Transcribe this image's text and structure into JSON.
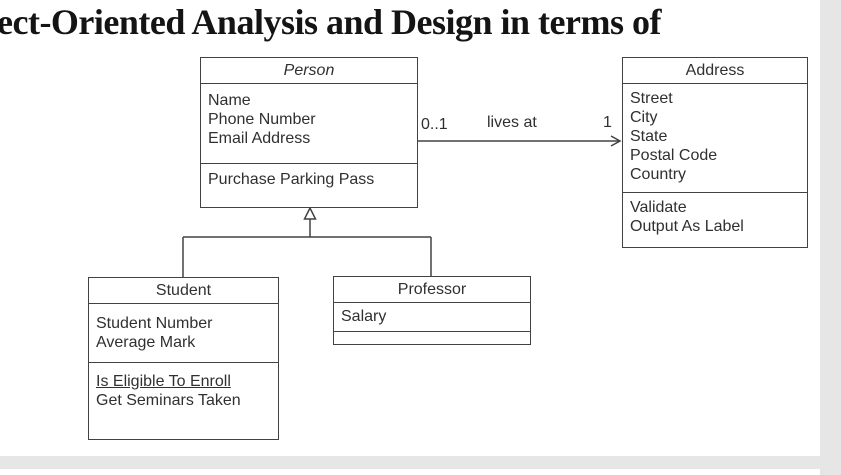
{
  "slide": {
    "title_visible_text": "ect-Oriented Analysis and Design in terms of"
  },
  "colors": {
    "page_background": "#ffffff",
    "app_margin_gray": "#e6e6e6",
    "diagram_line": "#424242",
    "text": "#303030"
  },
  "diagram": {
    "type": "uml_class_diagram",
    "classes": [
      {
        "name": "Person",
        "attributes": [
          "Name",
          "Phone Number",
          "Email Address"
        ],
        "operations": [
          {
            "label": "Purchase Parking Pass",
            "underlined": false
          }
        ]
      },
      {
        "name": "Address",
        "attributes": [
          "Street",
          "City",
          "State",
          "Postal Code",
          "Country"
        ],
        "operations": [
          {
            "label": "Validate",
            "underlined": false
          },
          {
            "label": "Output As Label",
            "underlined": false
          }
        ]
      },
      {
        "name": "Student",
        "attributes": [
          "Student Number",
          "Average Mark"
        ],
        "operations": [
          {
            "label": "Is Eligible To Enroll",
            "underlined": true
          },
          {
            "label": "Get Seminars Taken",
            "underlined": false
          }
        ]
      },
      {
        "name": "Professor",
        "attributes": [
          "Salary"
        ],
        "operations": []
      }
    ],
    "association": {
      "from": "Person",
      "to": "Address",
      "label": "lives at",
      "multiplicity_from": "0..1",
      "multiplicity_to": "1"
    },
    "generalizations": [
      {
        "parent": "Person",
        "child": "Student"
      },
      {
        "parent": "Person",
        "child": "Professor"
      }
    ]
  }
}
